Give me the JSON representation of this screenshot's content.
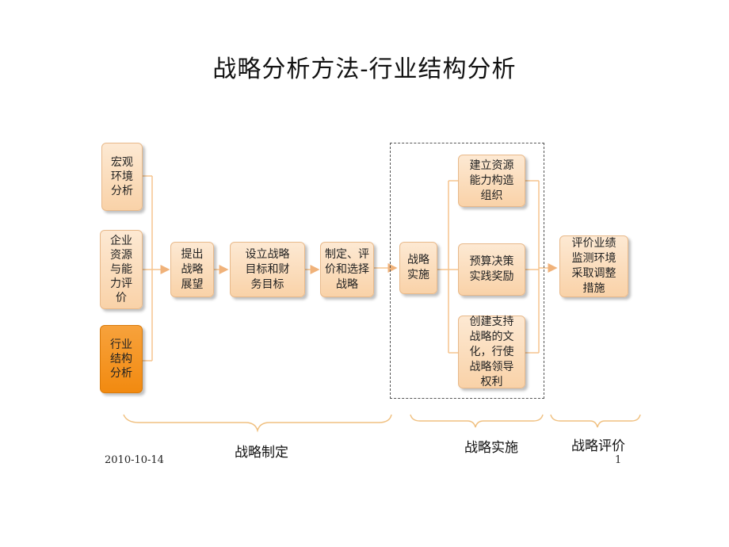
{
  "title": "战略分析方法-行业结构分析",
  "boxes": {
    "macro": "宏观\n环境\n分析",
    "enterprise": "企业\n资源\n与能\n力评\n价",
    "industry": "行业\n结构\n分析",
    "vision": "提出\n战略\n展望",
    "goals": "设立战略\n目标和财\n务目标",
    "formulate": "制定、评\n价和选择\n战略",
    "implement": "战略\n实施",
    "org": "建立资源\n能力构造\n组织",
    "budget": "预算决策\n实践奖励",
    "culture": "创建支持\n战略的文\n化，行使\n战略领导\n权利",
    "evaluate": "评价业绩\n监测环境\n采取调整\n措施"
  },
  "phases": {
    "formulation": "战略制定",
    "implementation": "战略实施",
    "evaluation": "战略评价"
  },
  "footer": {
    "date": "2010-10-14",
    "page": "1"
  },
  "colors": {
    "box_fill": "#f9d2a8",
    "box_highlight": "#f28a10",
    "connector": "#f5c48e"
  }
}
